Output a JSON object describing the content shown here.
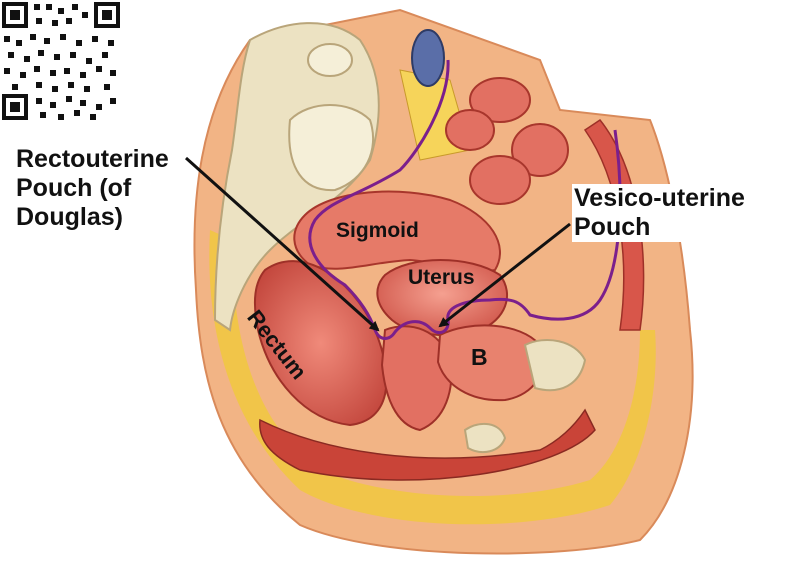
{
  "labels": {
    "rectouterine_line1": "Rectouterine",
    "rectouterine_line2": "Pouch (of",
    "rectouterine_line3": "Douglas)",
    "vesico_line1": "Vesico-uterine",
    "vesico_line2": "Pouch",
    "sigmoid": "Sigmoid",
    "uterus": "Uterus",
    "rectum": "Rectum",
    "bladder": "B"
  },
  "colors": {
    "background": "#ffffff",
    "skin": "#f2b485",
    "muscle": "#d8564a",
    "muscle_light": "#ec8a78",
    "fat": "#f1c742",
    "bone": "#ece2c2",
    "peritoneum_line": "#7b1f8c",
    "arrow": "#111111",
    "text": "#111111"
  }
}
